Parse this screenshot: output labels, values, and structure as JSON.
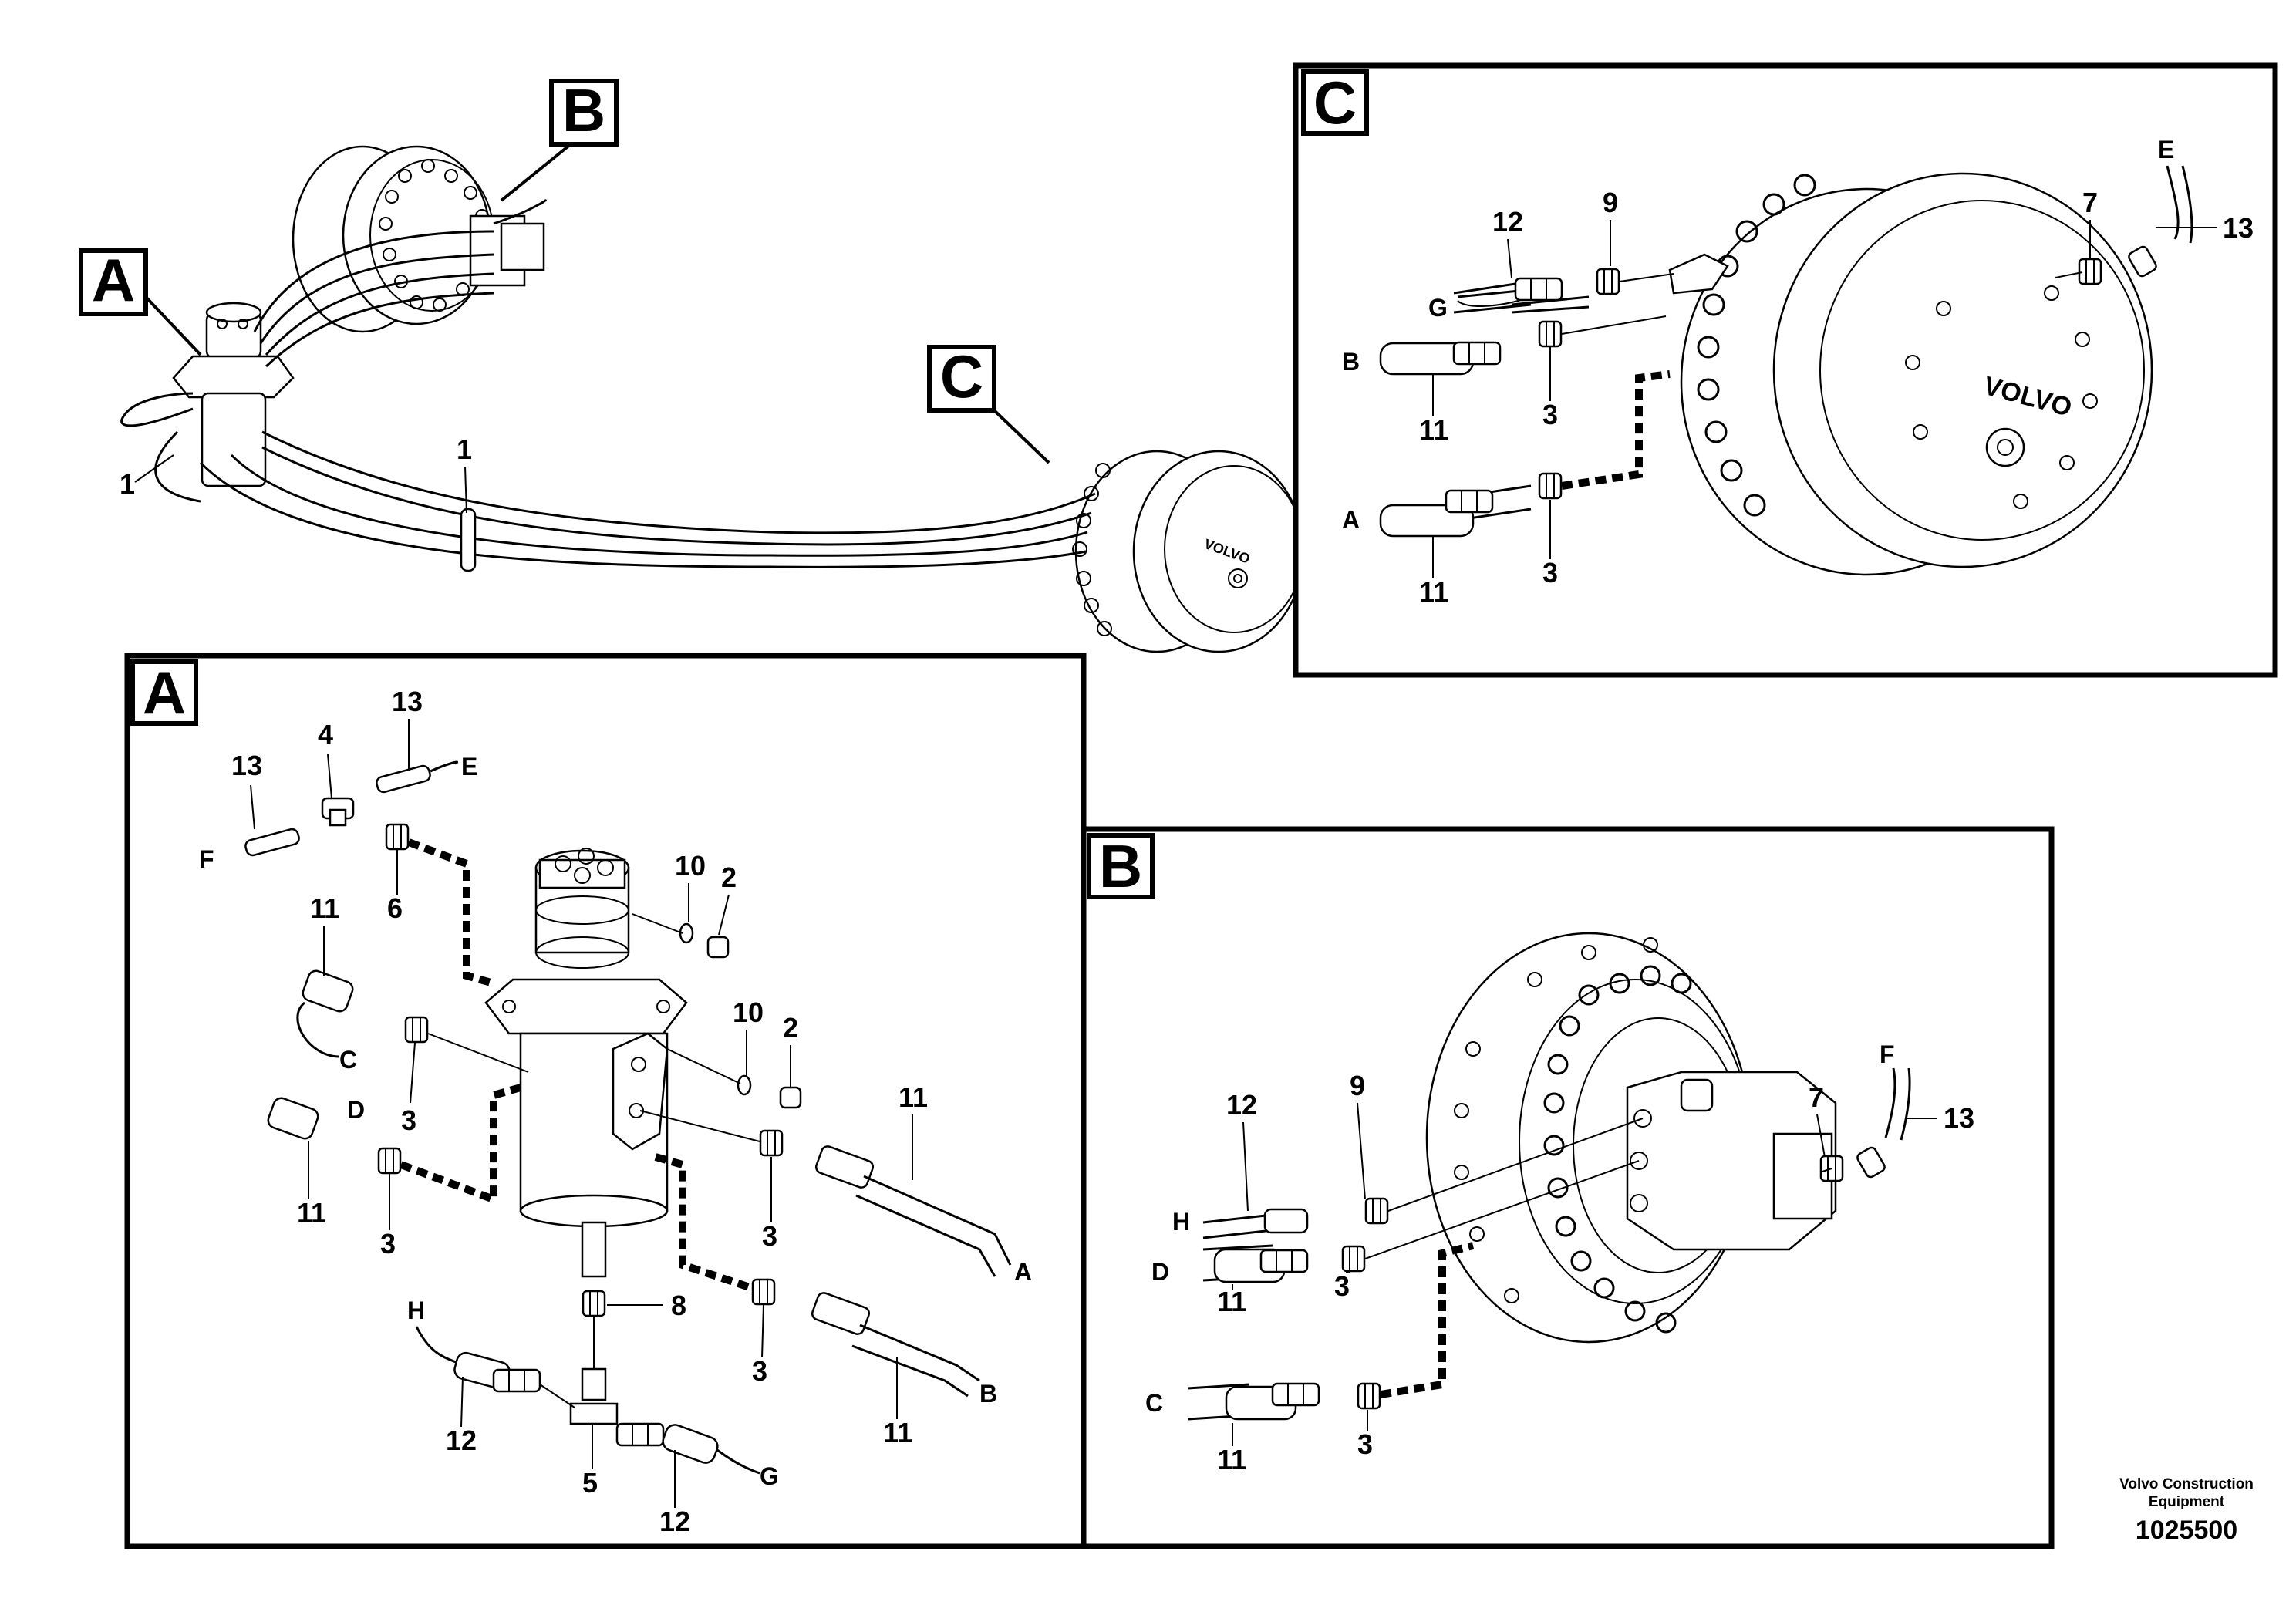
{
  "overview": {
    "tags": [
      "A",
      "B",
      "C"
    ],
    "callouts": [
      "1",
      "1"
    ]
  },
  "panel_a": {
    "tag": "A",
    "callouts": [
      "13",
      "4",
      "13",
      "6",
      "10",
      "2",
      "11",
      "3",
      "11",
      "3",
      "10",
      "2",
      "11",
      "3",
      "8",
      "3",
      "11",
      "12",
      "5",
      "12"
    ],
    "letters": [
      "E",
      "F",
      "C",
      "D",
      "A",
      "B",
      "H",
      "G"
    ]
  },
  "panel_b": {
    "tag": "B",
    "callouts": [
      "12",
      "9",
      "11",
      "3",
      "11",
      "3",
      "7",
      "13"
    ],
    "letters": [
      "H",
      "D",
      "C",
      "F"
    ]
  },
  "panel_c": {
    "tag": "C",
    "callouts": [
      "12",
      "9",
      "11",
      "3",
      "11",
      "3",
      "7",
      "13"
    ],
    "letters": [
      "G",
      "B",
      "A",
      "E"
    ]
  },
  "footer": {
    "company_line1": "Volvo Construction",
    "company_line2": "Equipment",
    "figure_number": "1025500"
  }
}
